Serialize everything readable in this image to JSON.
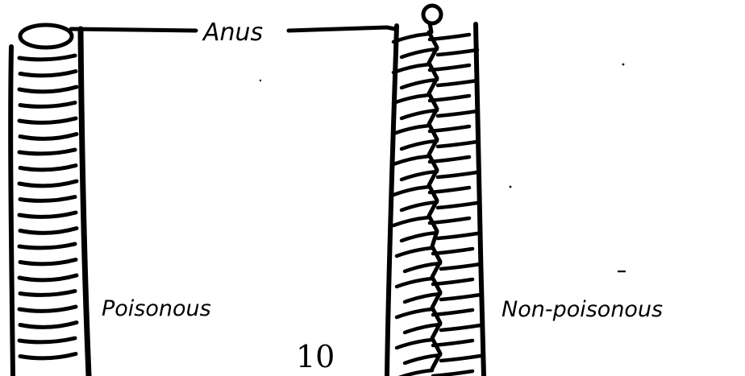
{
  "labels": {
    "anus": "Anus",
    "poisonous": "Poisonous",
    "non_poisonous": "Non-poisonous"
  },
  "page_number": "10",
  "colors": {
    "ink": "#000000",
    "paper": "#ffffff"
  }
}
